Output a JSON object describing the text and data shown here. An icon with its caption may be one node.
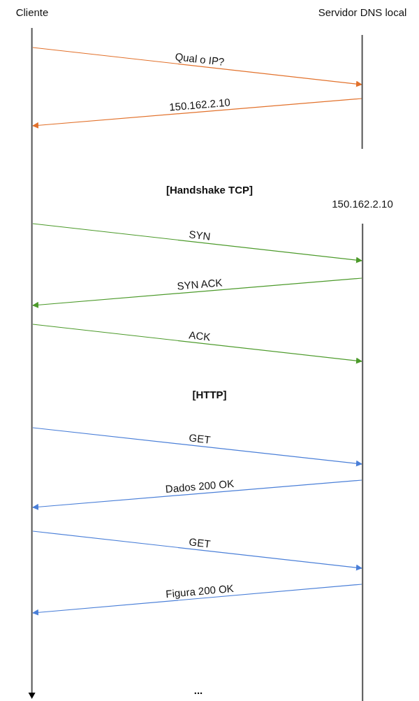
{
  "diagram": {
    "nodes": [
      {
        "text": [
          "Cliente"
        ]
      },
      {
        "text": [
          "Servidor DNS local"
        ]
      },
      {
        "text": [
          "150.162.2.10"
        ]
      }
    ],
    "edges": [
      {
        "from": 0,
        "to": 1,
        "arrow": "to",
        "label": "Qual o IP?",
        "color": "#e2712b"
      },
      {
        "from": 1,
        "to": 0,
        "arrow": "to",
        "label": "150.162.2.10",
        "color": "#e2712b"
      },
      {
        "from": 0,
        "to": 2,
        "arrow": "to",
        "label": "SYN",
        "color": "#4c9a2a"
      },
      {
        "from": 2,
        "to": 0,
        "arrow": "to",
        "label": "SYN ACK",
        "color": "#4c9a2a"
      },
      {
        "from": 0,
        "to": 2,
        "arrow": "to",
        "label": "ACK",
        "color": "#4c9a2a"
      },
      {
        "from": 0,
        "to": 2,
        "arrow": "to",
        "label": "GET"
      },
      {
        "from": 2,
        "to": 0,
        "arrow": "to",
        "label": "Dados 200 OK"
      },
      {
        "from": 0,
        "to": 2,
        "arrow": "to",
        "label": "GET"
      },
      {
        "from": 2,
        "to": 0,
        "arrow": "to",
        "label": "Figura 200 OK"
      }
    ],
    "labels": [
      "[Handshake TCP]",
      "[HTTP]",
      "..."
    ]
  }
}
